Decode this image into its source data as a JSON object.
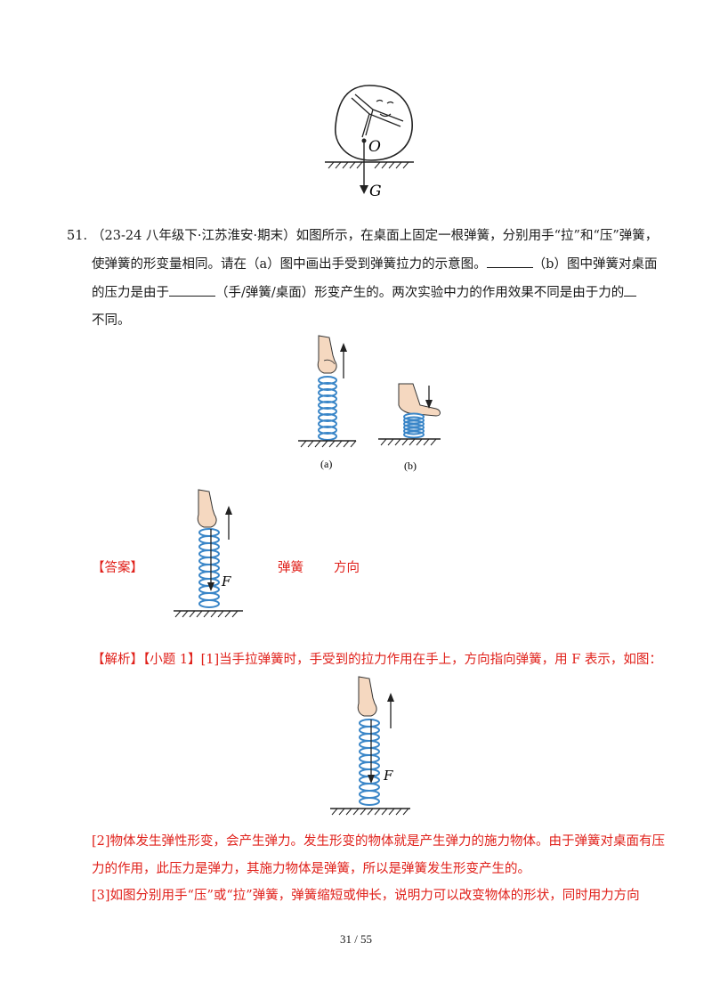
{
  "figure_top": {
    "label_o": "O",
    "label_g": "G"
  },
  "question": {
    "number": "51.",
    "line1": "（23-24 八年级下·江苏淮安·期末）如图所示，在桌面上固定一根弹簧，分别用手“拉”和“压”弹簧，",
    "line2a": "使弹簧的形变量相同。请在（a）图中画出手受到弹簧拉力的示意图。",
    "line2b": "（b）图中弹簧对桌面",
    "line3a": "的压力是由于",
    "line3b": "（手/弹簧/桌面）形变产生的。两次实验中力的作用效果不同是由于力的",
    "line4": "不同。"
  },
  "figure_ab": {
    "caption_a": "(a)",
    "caption_b": "(b)"
  },
  "answer": {
    "label": "【答案】",
    "force_label": "F",
    "answer2": "弹簧",
    "answer3": "方向"
  },
  "analysis": {
    "line1_label": "【解析】【小题 1】",
    "line1_text": "[1]当手拉弹簧时，手受到的拉力作用在手上，方向指向弹簧，用 F 表示，如图：",
    "force_label": "F",
    "p2_line1": "[2]物体发生弹性形变，会产生弹力。发生形变的物体就是产生弹力的施力物体。由于弹簧对桌面有压",
    "p2_line2": "力的作用，此压力是弹力，其施力物体是弹簧，所以是弹簧发生形变产生的。",
    "p3_line1": "[3]如图分别用手“压”或“拉”弹簧，弹簧缩短或伸长，说明力可以改变物体的形状，同时用力方向"
  },
  "footer": {
    "page": "31  /  55"
  },
  "colors": {
    "spring": "#3a86c8",
    "answer_red": "#e0201a"
  }
}
